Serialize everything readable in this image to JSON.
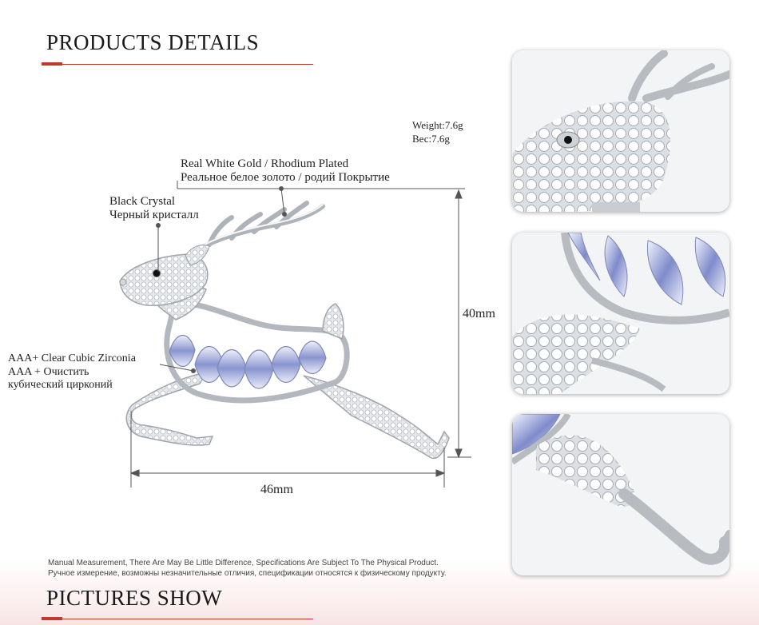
{
  "headings": {
    "products": "PRODUCTS DETAILS",
    "pictures": "PICTURES SHOW"
  },
  "specs": {
    "weight_en": "Weight:7.6g",
    "weight_ru": "Вес:7.6g"
  },
  "callouts": {
    "plating_en": "Real White Gold / Rhodium Plated",
    "plating_ru": "Реальное белое золото / родий Покрытие",
    "crystal_en": "Black Crystal",
    "crystal_ru": "Черный кристалл",
    "zirconia_en": "AAA+ Clear Cubic Zirconia",
    "zirconia_ru1": "AAA + Очистить",
    "zirconia_ru2": "кубический цирконий"
  },
  "dimensions": {
    "height": "40mm",
    "width": "46mm"
  },
  "notes": {
    "en": "Manual Measurement, There Are May Be Little Difference, Specifications Are Subject To The Physical Product.",
    "ru": "Ручное измерение, возможны незначительные отличия, спецификации относятся к физическому продукту."
  },
  "colors": {
    "accent": "#c0392b",
    "silver": "#bfc3c8",
    "crystal_blue": "#5a68b8"
  }
}
